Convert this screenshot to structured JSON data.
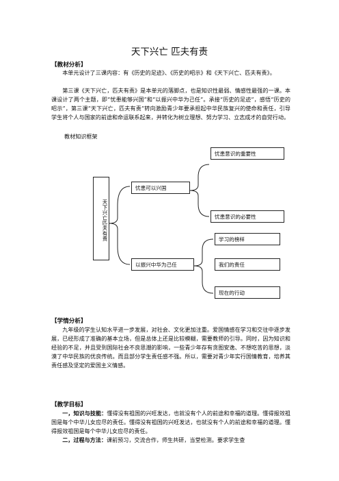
{
  "document": {
    "title": "天下兴亡  匹夫有责",
    "sections": {
      "material": {
        "heading": "【教材分析】",
        "p1": "本单元设计了三课内容：有《历史的足迹》、《历史的昭示》和《天下兴亡、匹夫有责》。",
        "p2": "第三课《天下兴亡，匹夫有责》是本单元的落脚点，也是知识性最弱、情感性最强的一课。本课设计了两个主题，即“忧患能够兴国”和“以振兴中华为己任”。承接“历史的足迹”，感悟“历史的昭示”，第三课“天下兴亡，匹夫有责”转向激励青少年要承担起中华民族复兴的使命和责任，引导学生将个人与国家的前途和命运联系起来，并转化为树立理想、努力学习、立志成才的自觉行动。",
        "caption": "教材知识框架"
      },
      "students": {
        "heading": "【学情分析】",
        "p1": "九年级的学生认知水平进一步发展，对社会、文化更加注重。爱国情感在学习和交往中逐步发展，已经形成了准确的基本立场，但是总体上还是比较模糊，需要教师的引导。同时，因为知识和经验的不足，并且受到国际社会不良思潮的影响，一些青少年存有贪图安逸、不想吃苦的思想，淡漠了中华民族的优良传统。而且部分学生责任感不强。所以，需要对青少年实行国情教育，培养其责任感及坚定的爱国主义情感。"
      },
      "goals": {
        "heading": "【教学目标】",
        "g1_label": "一，知识与技能：",
        "g1_text": "懂得没有祖国的兴旺发达，也就没有个人的前途和幸福的道理。懂得报效祖国是每个中华儿女应尽的责任。懂得没有祖国的兴旺发达，也就没有个人的前途和幸福的道理。懂得报效祖国是每个中华儿女应尽的责任。",
        "g2_label": "二，过程与方法：",
        "g2_text": "课前预习，交流合作，师生共研，当堂检测。要求学生查"
      }
    },
    "diagram": {
      "root": "天下兴亡匹夫有责",
      "branch1": "忧患可以兴国",
      "branch1_children": [
        "忧患意识的重要性",
        "忧患意识的必要性"
      ],
      "branch2": "以振兴中华为己任",
      "branch2_children": [
        "学习的榜样",
        "我们的责任",
        "现在的行动"
      ]
    }
  }
}
